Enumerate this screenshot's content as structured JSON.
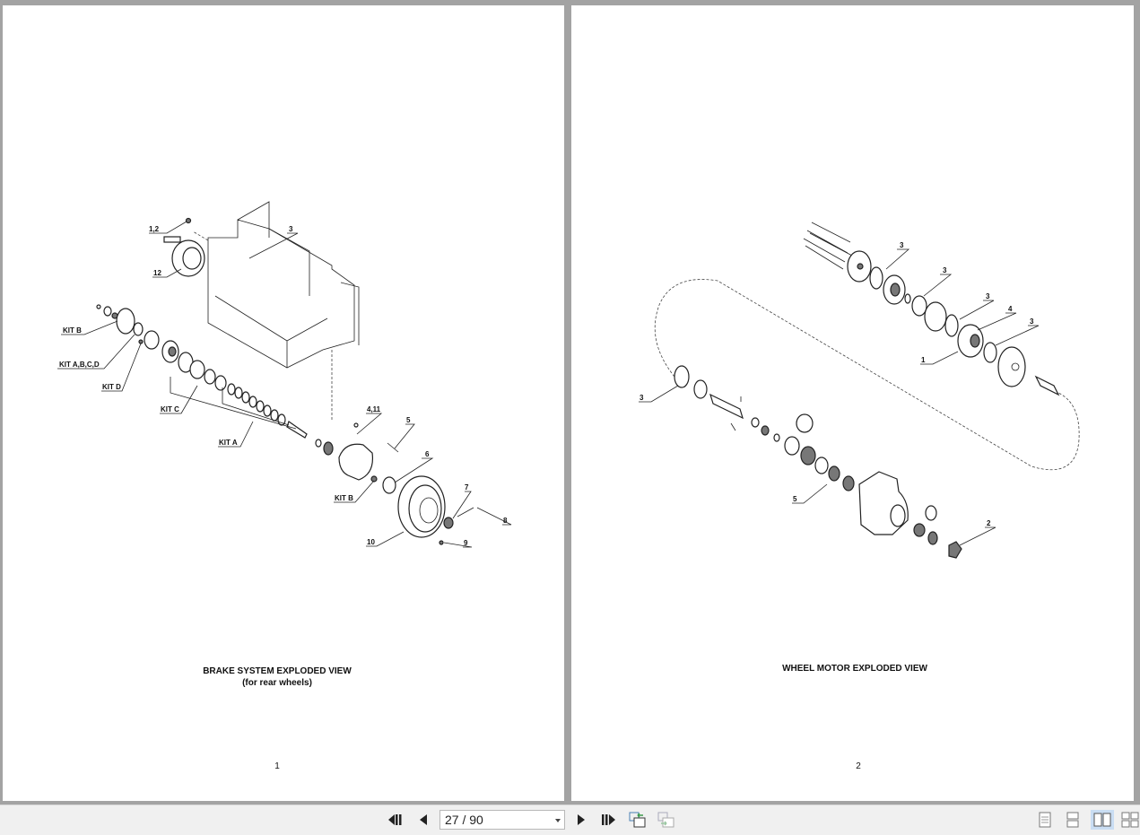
{
  "pages": [
    {
      "title": "BRAKE SYSTEM EXPLODED VIEW",
      "subtitle": "(for rear wheels)",
      "page_number": "1",
      "callouts": [
        "1,2",
        "3",
        "12",
        "KIT B",
        "KIT A,B,C,D",
        "KIT D",
        "KIT C",
        "KIT A",
        "4,11",
        "5",
        "6",
        "KIT B",
        "7",
        "8",
        "10",
        "9"
      ]
    },
    {
      "title": "WHEEL MOTOR EXPLODED VIEW",
      "page_number": "2",
      "callouts": [
        "3",
        "3",
        "3",
        "4",
        "3",
        "1",
        "3",
        "5",
        "2"
      ]
    }
  ],
  "toolbar": {
    "current_page": "27 / 90",
    "buttons": [
      "first-page",
      "previous-page",
      "next-page",
      "last-page",
      "previous-view",
      "next-view"
    ],
    "view_modes": [
      "single-page",
      "continuous",
      "facing",
      "continuous-facing"
    ],
    "active_view_mode": "facing"
  }
}
